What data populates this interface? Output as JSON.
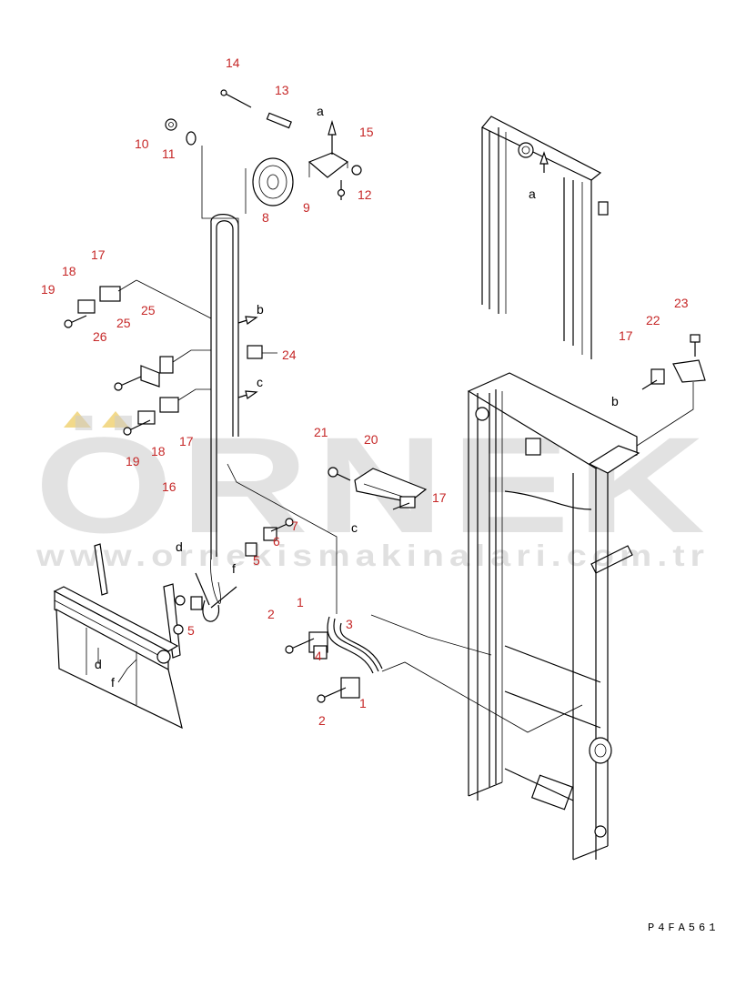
{
  "watermark": {
    "brand": "ÖRNEK",
    "url": "www.ornekismakinalari.com.tr",
    "accent_color": "#f2d98a"
  },
  "diagram_code": "P4FA561",
  "colors": {
    "callout": "#c62828",
    "line": "#000000",
    "watermark": "#cccccc"
  },
  "callouts": [
    "1",
    "1",
    "2",
    "2",
    "3",
    "4",
    "5",
    "5",
    "6",
    "7",
    "8",
    "9",
    "10",
    "11",
    "12",
    "13",
    "14",
    "15",
    "16",
    "17",
    "17",
    "17",
    "17",
    "18",
    "18",
    "19",
    "19",
    "20",
    "21",
    "22",
    "23",
    "24",
    "25",
    "25",
    "26"
  ],
  "letters": [
    "a",
    "a",
    "b",
    "b",
    "c",
    "c",
    "d",
    "d",
    "f",
    "f"
  ]
}
